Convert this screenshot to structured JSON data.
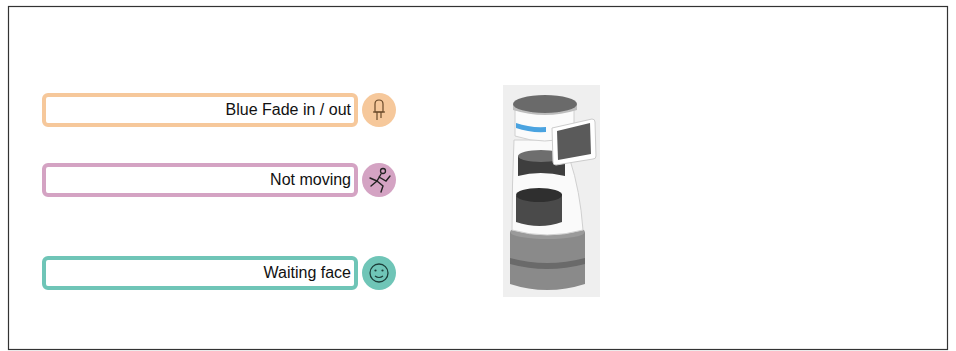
{
  "diagram": {
    "nodes": [
      {
        "text": [
          "Blue Fade in / out"
        ]
      },
      {
        "text": [
          "Not moving"
        ]
      },
      {
        "text": [
          "Waiting face"
        ]
      }
    ]
  }
}
